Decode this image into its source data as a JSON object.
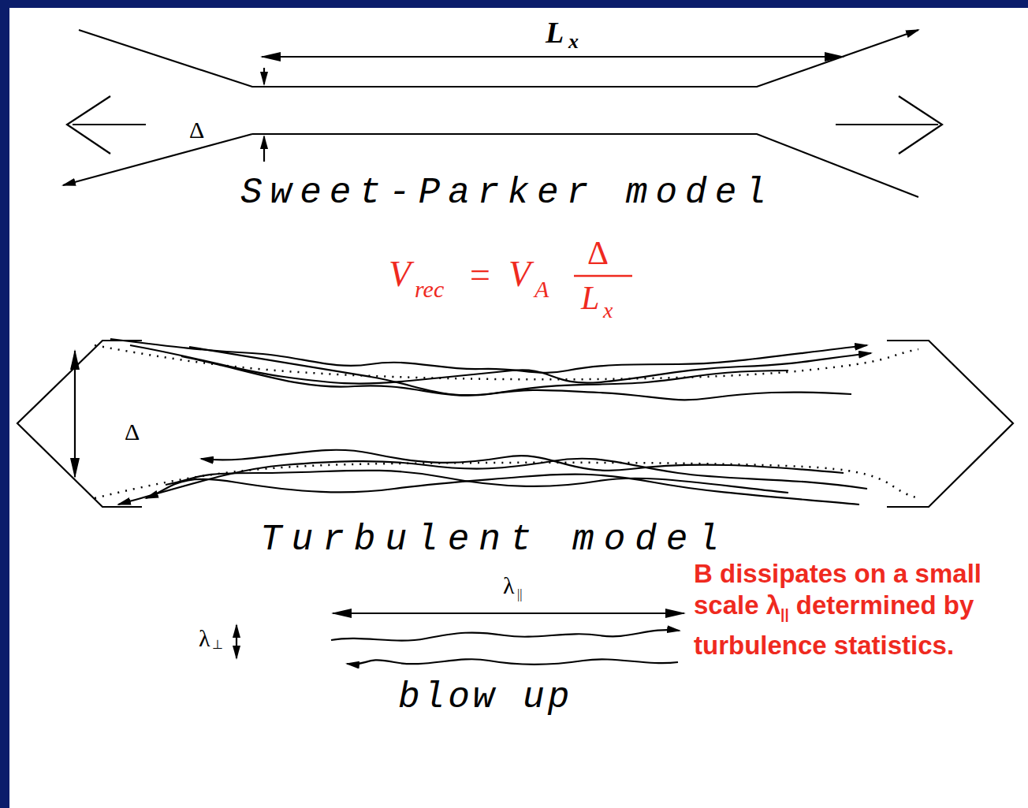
{
  "diagram": {
    "labels": [
      "L",
      "x",
      "Δ",
      "Sweet-Parker model",
      "V",
      "rec",
      "=",
      "V",
      "A",
      "Δ",
      "L",
      "x",
      "Δ",
      "Turbulent model",
      "λ",
      "||",
      "λ",
      "⊥",
      "blow up",
      "B dissipates on a small",
      "scale λ",
      "||",
      "determined by",
      "turbulence statistics."
    ]
  }
}
